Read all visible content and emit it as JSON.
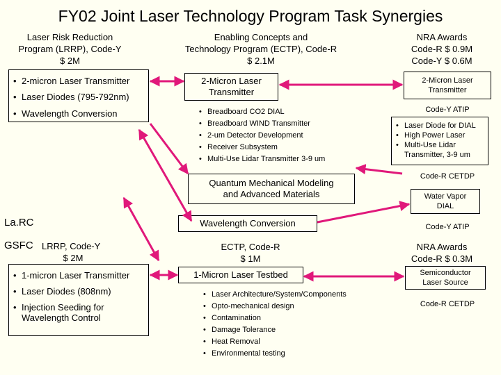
{
  "title": "FY02 Joint Laser Technology Program Task Synergies",
  "colors": {
    "background": "#fffff2",
    "arrow": "#e0187a"
  },
  "larc": {
    "center_label": "La.RC",
    "program_header": "Laser Risk Reduction\nProgram (LRRP), Code-Y\n$ 2M",
    "items": [
      "2-micron Laser Transmitter",
      "Laser Diodes (795-792nm)",
      "Wavelength Conversion"
    ]
  },
  "gsfc": {
    "center_label": "GSFC",
    "program_line1": "LRRP, Code-Y",
    "program_line2": "$ 2M",
    "items": [
      "1-micron Laser Transmitter",
      "Laser Diodes (808nm)",
      "Injection Seeding for\nWavelength Control"
    ]
  },
  "ectp_top": {
    "header": "Enabling Concepts and\nTechnology Program (ECTP), Code-R\n$ 2.1M",
    "transmitter_box": "2-Micron Laser\nTransmitter",
    "items": [
      "Breadboard CO2 DIAL",
      "Breadboard WIND Transmitter",
      "2-um Detector Development",
      "Receiver Subsystem",
      "Multi-Use Lidar Transmitter 3-9 um"
    ],
    "qm_box": "Quantum Mechanical Modeling\nand Advanced Materials",
    "wc_box": "Wavelength Conversion"
  },
  "ectp_bottom": {
    "header": "ECTP, Code-R\n$ 1M",
    "testbed_box": "1-Micron Laser Testbed",
    "items": [
      "Laser Architecture/System/Components",
      "Opto-mechanical design",
      "Contamination",
      "Damage Tolerance",
      "Heat Removal",
      "Environmental testing"
    ]
  },
  "nra_top": {
    "header": "NRA Awards\nCode-R $ 0.9M\nCode-Y $ 0.6M",
    "transmitter_box": "2-Micron Laser\nTransmitter",
    "atip_label": "Code-Y ATIP",
    "items": [
      "Laser Diode for DIAL",
      "High Power Laser",
      "Multi-Use Lidar\nTransmitter, 3-9 um"
    ],
    "cetdp_label": "Code-R CETDP",
    "wv_box": "Water Vapor\nDIAL",
    "atip2_label": "Code-Y ATIP"
  },
  "nra_bottom": {
    "header": "NRA Awards\nCode-R $ 0.3M",
    "ss_box": "Semiconductor\nLaser Source",
    "cetdp_label": "Code-R CETDP"
  }
}
